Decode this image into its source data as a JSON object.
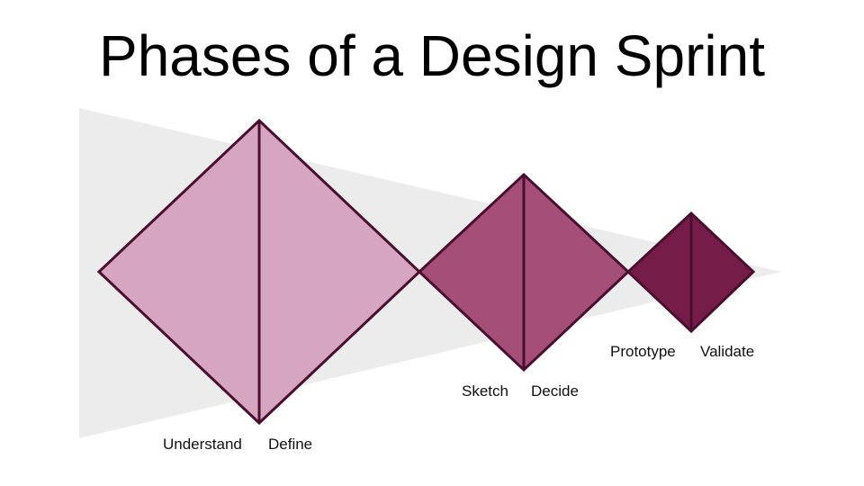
{
  "title": "Phases of a Design Sprint",
  "colors": {
    "wedge": "#ececec",
    "stroke": "#4a0f30",
    "phase1": "#d6a5bf",
    "phase2": "#a54f78",
    "phase3": "#761c48"
  },
  "phases": [
    {
      "labels": [
        "Understand",
        "Define"
      ]
    },
    {
      "labels": [
        "Sketch",
        "Decide"
      ]
    },
    {
      "labels": [
        "Prototype",
        "Validate"
      ]
    }
  ]
}
